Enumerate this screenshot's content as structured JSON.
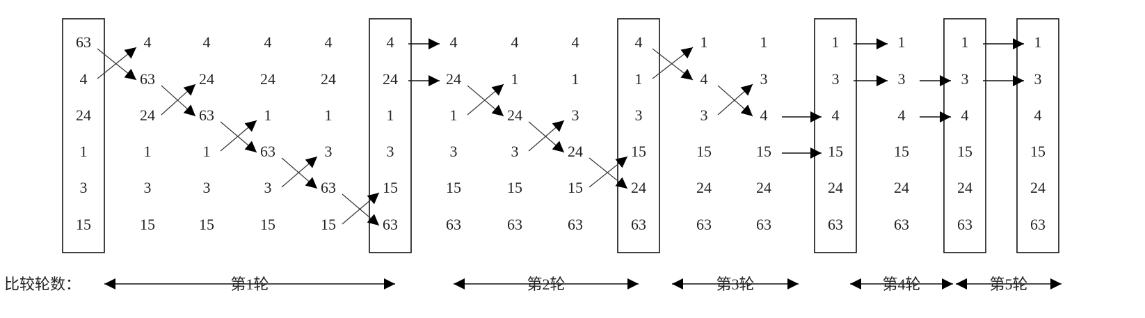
{
  "axis_label": "比较轮数：",
  "columns": [
    {
      "values": [
        "63",
        "4",
        "24",
        "1",
        "3",
        "15"
      ],
      "boxed": true
    },
    {
      "values": [
        "4",
        "63",
        "24",
        "1",
        "3",
        "15"
      ],
      "boxed": false
    },
    {
      "values": [
        "4",
        "24",
        "63",
        "1",
        "3",
        "15"
      ],
      "boxed": false
    },
    {
      "values": [
        "4",
        "24",
        "1",
        "63",
        "3",
        "15"
      ],
      "boxed": false
    },
    {
      "values": [
        "4",
        "24",
        "1",
        "3",
        "63",
        "15"
      ],
      "boxed": false
    },
    {
      "values": [
        "4",
        "24",
        "1",
        "3",
        "15",
        "63"
      ],
      "boxed": true
    },
    {
      "values": [
        "4",
        "24",
        "1",
        "3",
        "15",
        "63"
      ],
      "boxed": false
    },
    {
      "values": [
        "4",
        "1",
        "24",
        "3",
        "15",
        "63"
      ],
      "boxed": false
    },
    {
      "values": [
        "4",
        "1",
        "3",
        "24",
        "15",
        "63"
      ],
      "boxed": false
    },
    {
      "values": [
        "4",
        "1",
        "3",
        "15",
        "24",
        "63"
      ],
      "boxed": true
    },
    {
      "values": [
        "1",
        "4",
        "3",
        "15",
        "24",
        "63"
      ],
      "boxed": false
    },
    {
      "values": [
        "1",
        "3",
        "4",
        "15",
        "24",
        "63"
      ],
      "boxed": false
    },
    {
      "values": [
        "1",
        "3",
        "4",
        "15",
        "24",
        "63"
      ],
      "boxed": true
    },
    {
      "values": [
        "1",
        "3",
        "4",
        "15",
        "24",
        "63"
      ],
      "boxed": false
    },
    {
      "values": [
        "1",
        "3",
        "4",
        "15",
        "24",
        "63"
      ],
      "boxed": true
    },
    {
      "values": [
        "1",
        "3",
        "4",
        "15",
        "24",
        "63"
      ],
      "boxed": true
    }
  ],
  "swaps": [
    {
      "from_col": 0,
      "row": 0
    },
    {
      "from_col": 1,
      "row": 1
    },
    {
      "from_col": 2,
      "row": 2
    },
    {
      "from_col": 3,
      "row": 3
    },
    {
      "from_col": 4,
      "row": 4
    },
    {
      "from_col": 6,
      "row": 1
    },
    {
      "from_col": 7,
      "row": 2
    },
    {
      "from_col": 8,
      "row": 3
    },
    {
      "from_col": 9,
      "row": 0
    },
    {
      "from_col": 10,
      "row": 1
    }
  ],
  "carry_arrows": [
    {
      "from_col": 5,
      "row": 0
    },
    {
      "from_col": 5,
      "row": 1
    },
    {
      "from_col": 11,
      "row": 2
    },
    {
      "from_col": 11,
      "row": 3
    },
    {
      "from_col": 12,
      "row": 0
    },
    {
      "from_col": 12,
      "row": 1
    },
    {
      "from_col": 13,
      "row": 1
    },
    {
      "from_col": 13,
      "row": 2
    },
    {
      "from_col": 14,
      "row": 0
    },
    {
      "from_col": 14,
      "row": 1
    }
  ],
  "rounds": [
    {
      "label": "第1轮"
    },
    {
      "label": "第2轮"
    },
    {
      "label": "第3轮"
    },
    {
      "label": "第4轮"
    },
    {
      "label": "第5轮"
    }
  ]
}
